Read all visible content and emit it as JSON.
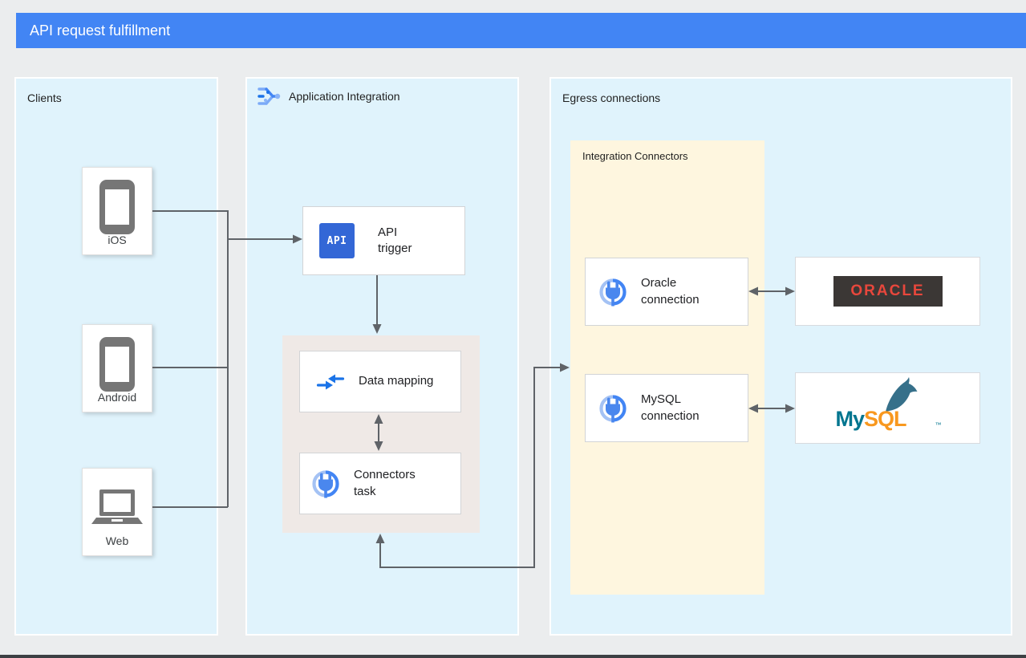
{
  "title_bar": {
    "title": "API request fulfillment"
  },
  "panels": {
    "clients": {
      "label": "Clients",
      "items": [
        {
          "label": "iOS",
          "icon": "phone-icon"
        },
        {
          "label": "Android",
          "icon": "phone-icon"
        },
        {
          "label": "Web",
          "icon": "laptop-icon"
        }
      ]
    },
    "application_integration": {
      "label": "Application Integration",
      "icon": "application-integration-icon",
      "api_trigger": {
        "label": "API\ntrigger",
        "icon_text": "API"
      },
      "data_mapping": {
        "label": "Data mapping"
      },
      "connectors_task": {
        "label": "Connectors\ntask"
      }
    },
    "egress": {
      "label": "Egress connections",
      "integration_connectors": {
        "label": "Integration Connectors",
        "connections": [
          {
            "label": "Oracle\nconnection"
          },
          {
            "label": "MySQL\nconnection"
          }
        ]
      },
      "endpoints": {
        "oracle": {
          "logo_text": "ORACLE"
        },
        "mysql": {
          "logo_my": "My",
          "logo_sql": "SQL",
          "trademark": "™"
        }
      }
    }
  },
  "colors": {
    "title_bar": "#4285F4",
    "page_bg": "#EBEDEE",
    "panel_bg": "#E0F3FC",
    "integration_connectors_bg": "#FEF6DF",
    "subflow_bg": "#EFE9E6",
    "connector_line": "#5F6368",
    "api_chip_blue": "#3367D6",
    "oracle_red": "#E8473C",
    "oracle_badge_bg": "#3B3735",
    "mysql_teal": "#00758F",
    "mysql_orange": "#F8981F"
  }
}
